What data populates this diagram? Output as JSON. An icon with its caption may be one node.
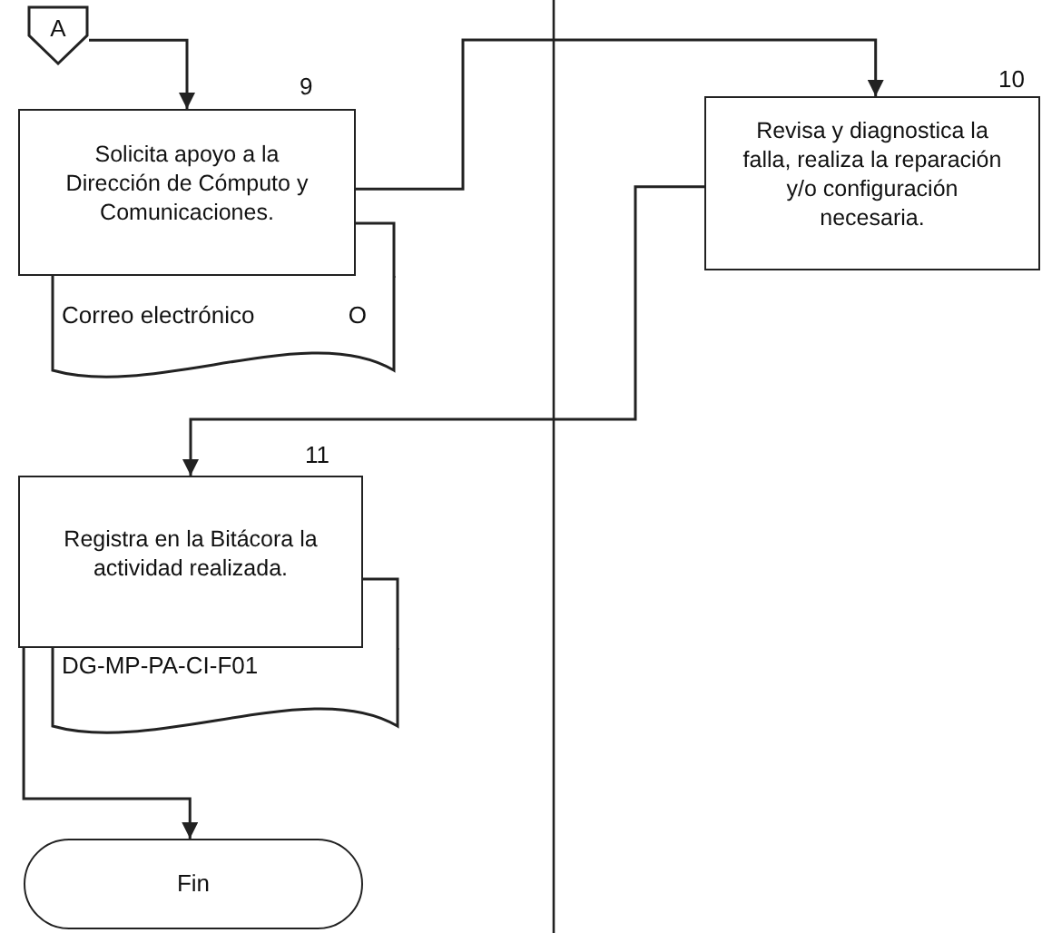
{
  "diagram": {
    "nodes": [
      {
        "text": [
          "A"
        ]
      },
      {
        "text": [
          "Solicita apoyo a la Dirección de Cómputo y Comunicaciones."
        ],
        "beside": [
          "9"
        ]
      },
      {
        "text": [
          "Correo electrónico",
          "O"
        ]
      },
      {
        "text": [
          "Revisa y diagnostica la falla, realiza la reparación y/o configuración necesaria."
        ],
        "beside": [
          "10"
        ]
      },
      {
        "text": [
          "Registra en la Bitácora la actividad realizada."
        ],
        "beside": [
          "11"
        ]
      },
      {
        "text": [
          "DG-MP-PA-CI-F01"
        ]
      },
      {
        "text": [
          "Fin"
        ]
      }
    ],
    "edges": [
      {
        "from": 0,
        "to": 1,
        "arrow": "to"
      },
      {
        "from": 1,
        "to": 3,
        "arrow": "to"
      },
      {
        "from": 3,
        "to": 4,
        "arrow": "to"
      },
      {
        "from": 4,
        "to": 6,
        "arrow": "to"
      }
    ]
  }
}
